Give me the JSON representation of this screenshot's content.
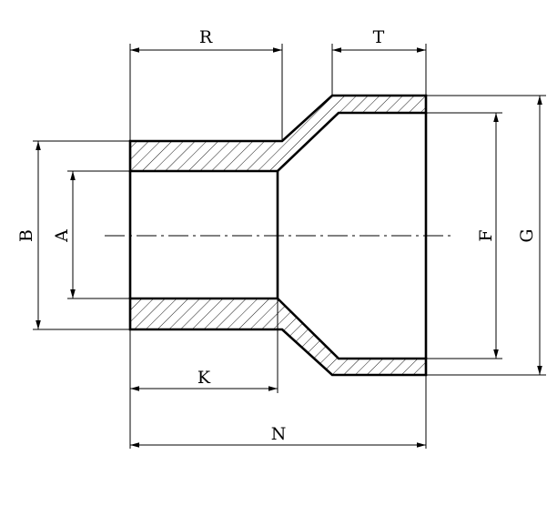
{
  "dimensions": {
    "R": "R",
    "T": "T",
    "B": "B",
    "A": "A",
    "F": "F",
    "G": "G",
    "K": "K",
    "N": "N"
  }
}
